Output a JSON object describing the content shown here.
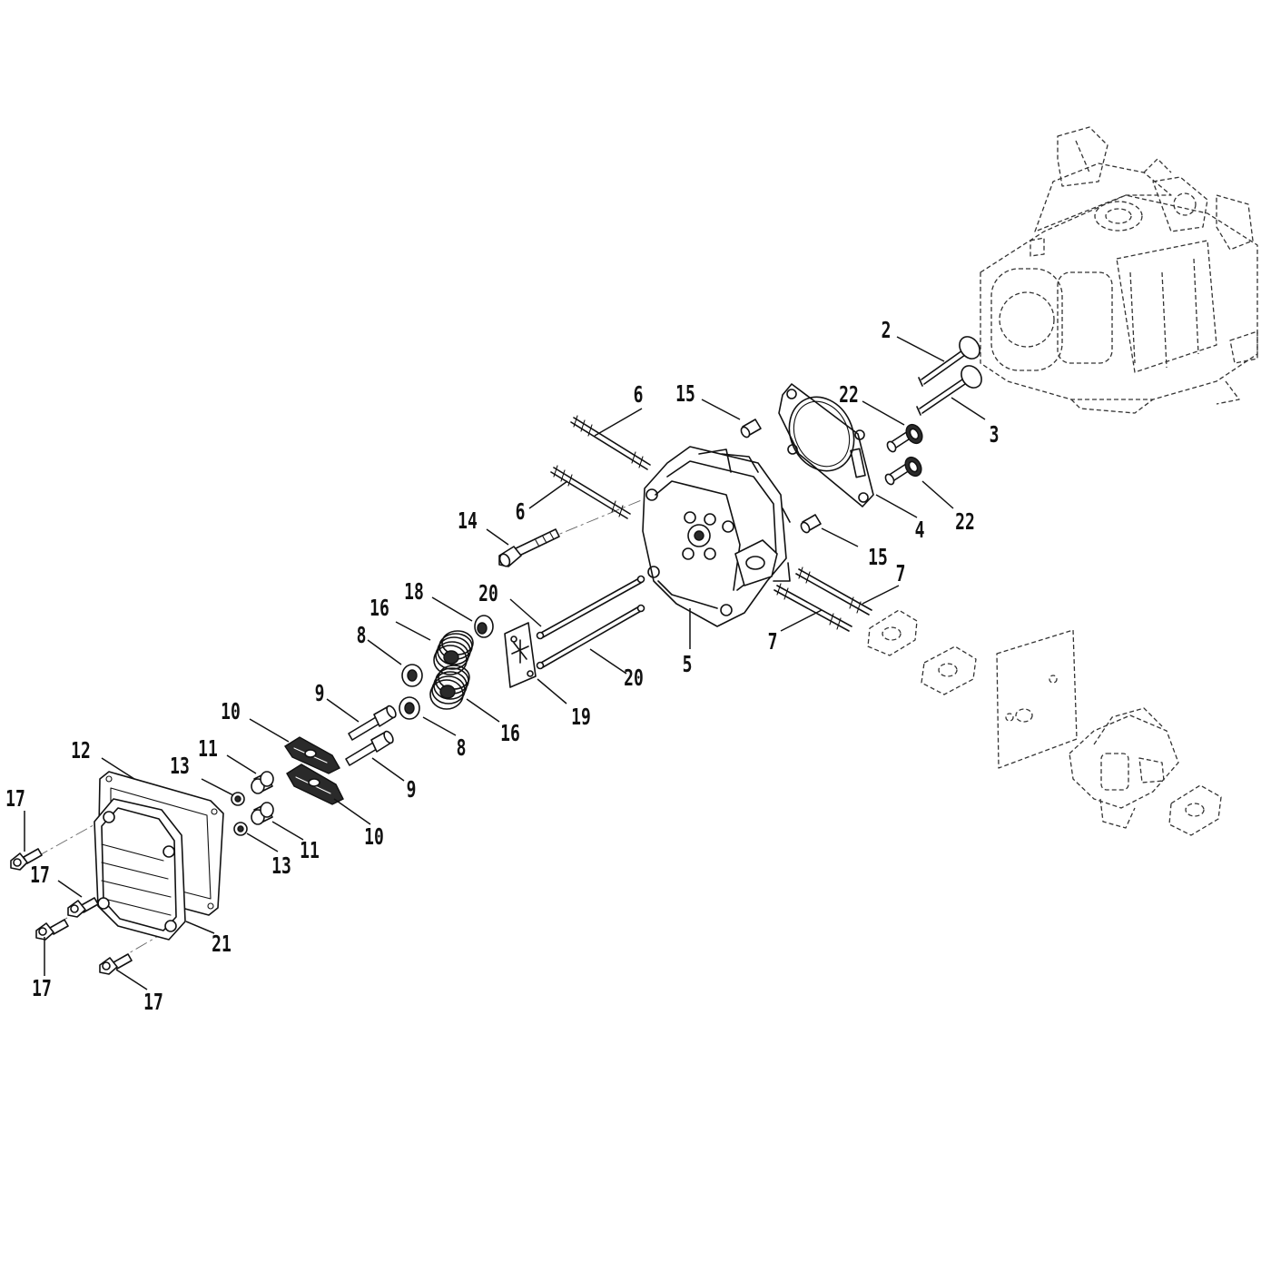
{
  "callouts": [
    {
      "id": "2",
      "label": "2"
    },
    {
      "id": "3",
      "label": "3"
    },
    {
      "id": "4",
      "label": "4"
    },
    {
      "id": "5",
      "label": "5"
    },
    {
      "id": "6a",
      "label": "6"
    },
    {
      "id": "6b",
      "label": "6"
    },
    {
      "id": "7a",
      "label": "7"
    },
    {
      "id": "7b",
      "label": "7"
    },
    {
      "id": "8a",
      "label": "8"
    },
    {
      "id": "8b",
      "label": "8"
    },
    {
      "id": "9a",
      "label": "9"
    },
    {
      "id": "9b",
      "label": "9"
    },
    {
      "id": "10a",
      "label": "10"
    },
    {
      "id": "10b",
      "label": "10"
    },
    {
      "id": "11a",
      "label": "11"
    },
    {
      "id": "11b",
      "label": "11"
    },
    {
      "id": "12",
      "label": "12"
    },
    {
      "id": "13a",
      "label": "13"
    },
    {
      "id": "13b",
      "label": "13"
    },
    {
      "id": "14",
      "label": "14"
    },
    {
      "id": "15a",
      "label": "15"
    },
    {
      "id": "15b",
      "label": "15"
    },
    {
      "id": "16a",
      "label": "16"
    },
    {
      "id": "16b",
      "label": "16"
    },
    {
      "id": "17a",
      "label": "17"
    },
    {
      "id": "17b",
      "label": "17"
    },
    {
      "id": "17c",
      "label": "17"
    },
    {
      "id": "17d",
      "label": "17"
    },
    {
      "id": "18",
      "label": "18"
    },
    {
      "id": "19",
      "label": "19"
    },
    {
      "id": "20a",
      "label": "20"
    },
    {
      "id": "20b",
      "label": "20"
    },
    {
      "id": "21",
      "label": "21"
    },
    {
      "id": "22a",
      "label": "22"
    },
    {
      "id": "22b",
      "label": "22"
    }
  ]
}
